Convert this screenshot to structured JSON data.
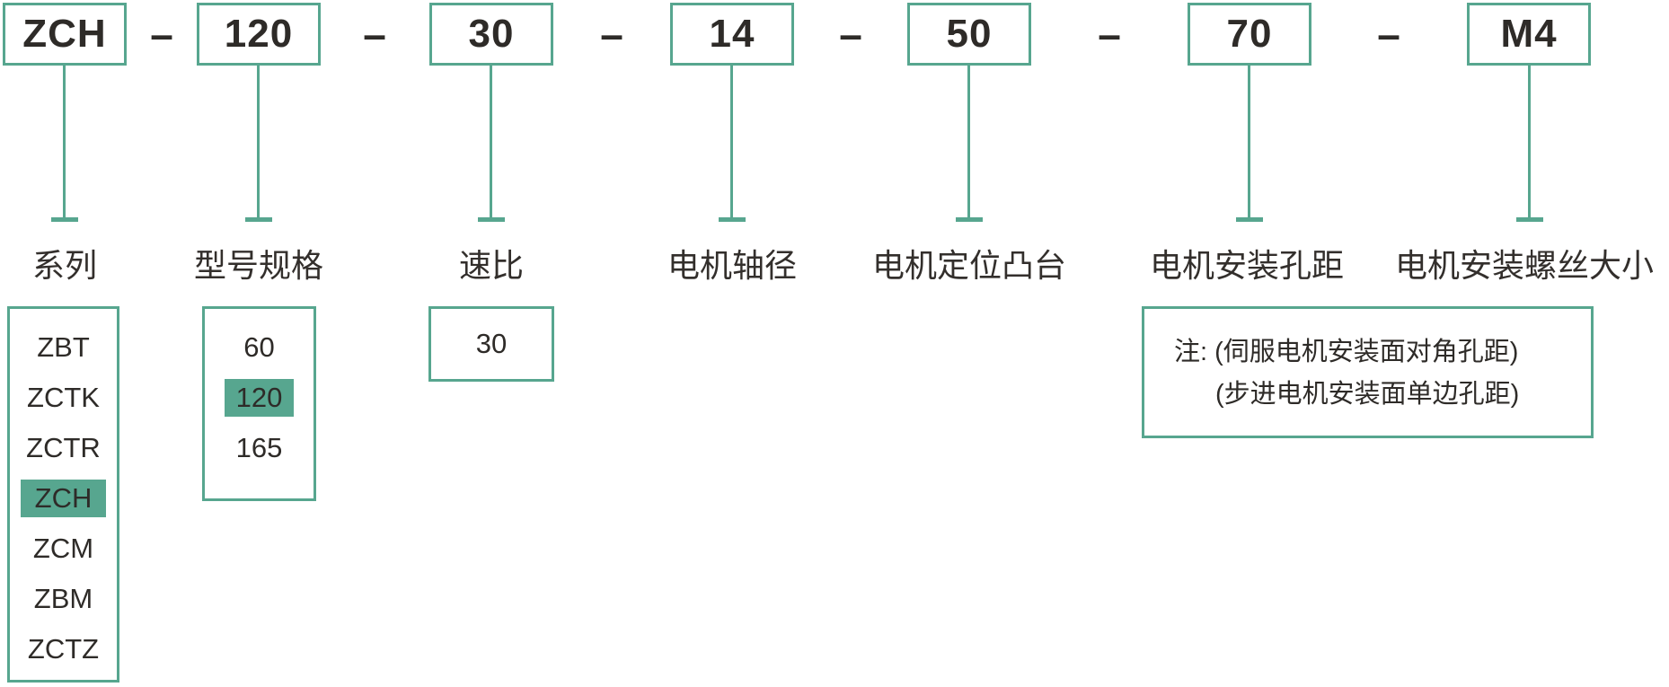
{
  "colors": {
    "teal_accent": "#57a68f",
    "text_dark": "#2e2b28",
    "background": "#ffffff"
  },
  "separator": "–",
  "segments": [
    {
      "code": "ZCH",
      "label": "系列"
    },
    {
      "code": "120",
      "label": "型号规格"
    },
    {
      "code": "30",
      "label": "速比"
    },
    {
      "code": "14",
      "label": "电机轴径"
    },
    {
      "code": "50",
      "label": "电机定位凸台"
    },
    {
      "code": "70",
      "label": "电机安装孔距"
    },
    {
      "code": "M4",
      "label": "电机安装螺丝大小"
    }
  ],
  "series_options": {
    "selected": "ZCH",
    "items": [
      "ZBT",
      "ZCTK",
      "ZCTR",
      "ZCH",
      "ZCM",
      "ZBM",
      "ZCTZ"
    ]
  },
  "model_size_options": {
    "selected": "120",
    "items": [
      "60",
      "120",
      "165"
    ]
  },
  "ratio_options": {
    "items": [
      "30"
    ]
  },
  "note": {
    "line1": "注: (伺服电机安装面对角孔距)",
    "line2": "(步进电机安装面单边孔距)"
  }
}
